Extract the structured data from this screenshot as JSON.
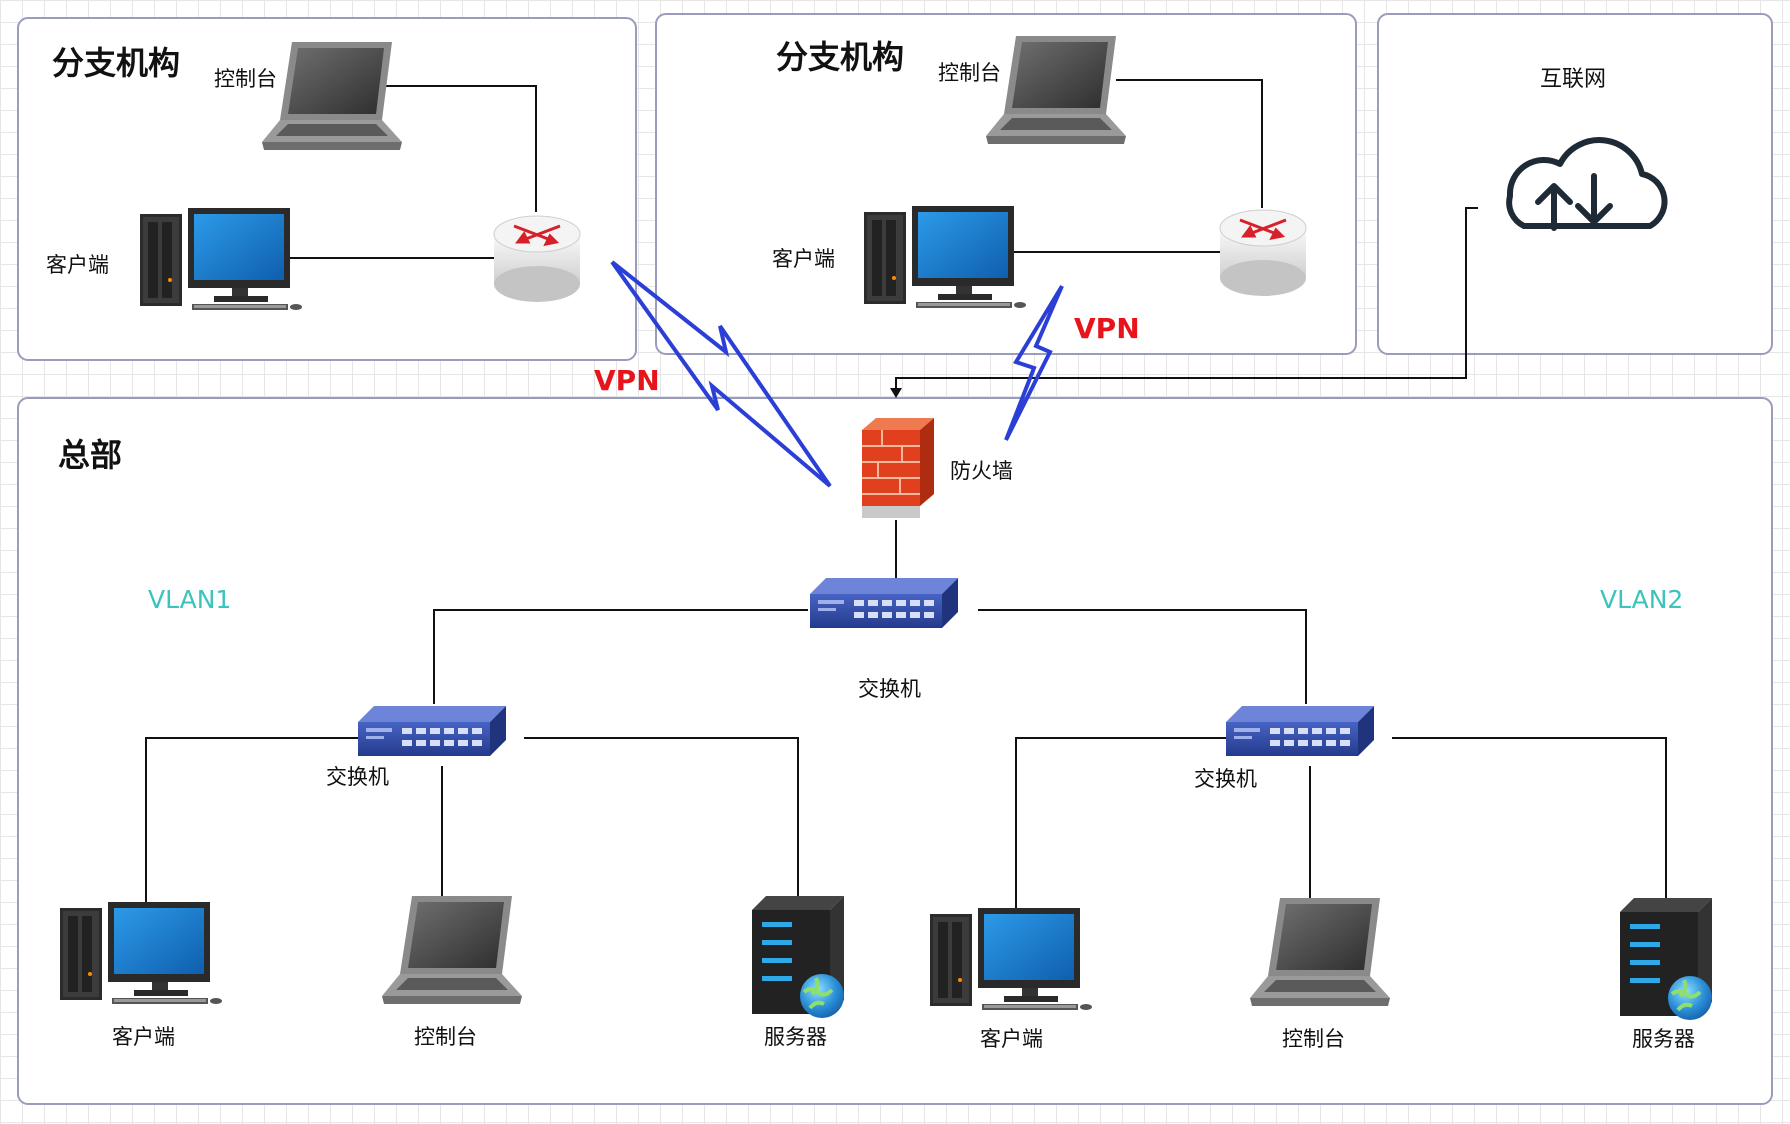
{
  "regions": {
    "branch1": {
      "title": "分支机构"
    },
    "branch2": {
      "title": "分支机构"
    },
    "internet": {
      "title": "互联网"
    },
    "hq": {
      "title": "总部"
    }
  },
  "labels": {
    "b1_console": "控制台",
    "b1_client": "客户端",
    "b2_console": "控制台",
    "b2_client": "客户端",
    "vpn_left": "VPN",
    "vpn_right": "VPN",
    "firewall": "防火墙",
    "core_switch": "交换机",
    "vlan1": "VLAN1",
    "vlan2": "VLAN2",
    "sw1": "交换机",
    "sw2": "交换机",
    "v1_client": "客户端",
    "v1_console": "控制台",
    "v1_server": "服务器",
    "v2_client": "客户端",
    "v2_console": "控制台",
    "v2_server": "服务器"
  },
  "colors": {
    "vpn_text": "#e8141b",
    "vlan_text": "#3cc3bd",
    "lightning": "#2b3fd6",
    "switch_body": "#2f4aa8",
    "monitor_screen": "#1f86d6",
    "firewall_brick": "#e0401e"
  }
}
